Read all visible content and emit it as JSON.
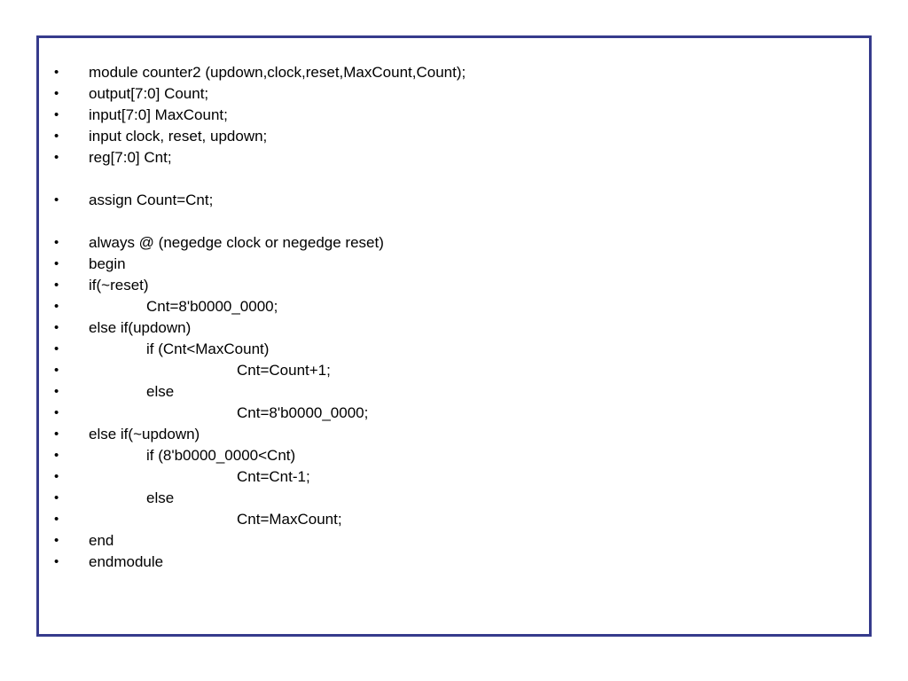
{
  "slide": {
    "bullet_glyph": "•",
    "frame_color": "#363b8c",
    "lines": [
      {
        "indent": 0,
        "text": "module counter2 (updown,clock,reset,MaxCount,Count);"
      },
      {
        "indent": 0,
        "text": "output[7:0] Count;"
      },
      {
        "indent": 0,
        "text": "input[7:0] MaxCount;"
      },
      {
        "indent": 0,
        "text": "input clock, reset, updown;"
      },
      {
        "indent": 0,
        "text": "reg[7:0] Cnt;"
      },
      {
        "indent": 0,
        "text": "assign Count=Cnt;"
      },
      {
        "indent": 0,
        "text": "always @ (negedge clock or negedge reset)"
      },
      {
        "indent": 0,
        "text": "begin"
      },
      {
        "indent": 0,
        "text": "if(~reset)"
      },
      {
        "indent": 1,
        "text": "Cnt=8'b0000_0000;"
      },
      {
        "indent": 0,
        "text": "else if(updown)"
      },
      {
        "indent": 1,
        "text": "if (Cnt<MaxCount)"
      },
      {
        "indent": 2,
        "text": "Cnt=Count+1;"
      },
      {
        "indent": 1,
        "text": "else"
      },
      {
        "indent": 2,
        "text": "Cnt=8'b0000_0000;"
      },
      {
        "indent": 0,
        "text": "else if(~updown)"
      },
      {
        "indent": 1,
        "text": "if (8'b0000_0000<Cnt)"
      },
      {
        "indent": 2,
        "text": "Cnt=Cnt-1;"
      },
      {
        "indent": 1,
        "text": "else"
      },
      {
        "indent": 2,
        "text": "Cnt=MaxCount;"
      },
      {
        "indent": 0,
        "text": "end"
      },
      {
        "indent": 0,
        "text": "endmodule"
      }
    ]
  }
}
